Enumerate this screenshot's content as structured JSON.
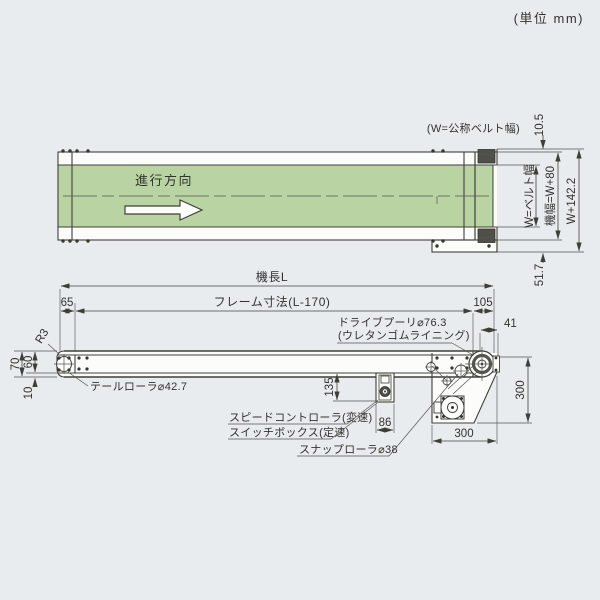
{
  "drawing": {
    "unit_note": "(単位 mm)",
    "belt_width_note": "(W=公称ベルト幅)",
    "direction_label": "進行方向"
  },
  "top_view_dims": {
    "top_offset": "10.5",
    "belt_width": "W=ベルト幅",
    "machine_width": "機幅=W+80",
    "overall_width": "W+142.2",
    "bottom_offset": "51.7"
  },
  "side_view_dims": {
    "machine_length": "機長L",
    "frame_length": "フレーム寸法(L-170)",
    "tail_offset": "65",
    "drive_offset": "105",
    "pulley_offset": "41",
    "nose_radius": "R3",
    "total_height": "70",
    "frame_height": "60",
    "lip_height": "10",
    "controller_drop": "135",
    "box_width": "86",
    "drive_height": "300",
    "drive_width": "300"
  },
  "component_labels": {
    "tail_roller": "テールローラ⌀42.7",
    "drive_pulley_line1": "ドライブプーリ⌀76.3",
    "drive_pulley_line2": "(ウレタンゴムライニング)",
    "speed_controller": "スピードコントローラ(変速)",
    "switch_box": "スイッチボックス(定速)",
    "snap_roller": "スナップローラ⌀38"
  },
  "colors": {
    "background": "#e8ecef",
    "belt_green": "#b9d3a3",
    "line_dark": "#3f3f3a",
    "fill_white": "#fcfcfa"
  }
}
